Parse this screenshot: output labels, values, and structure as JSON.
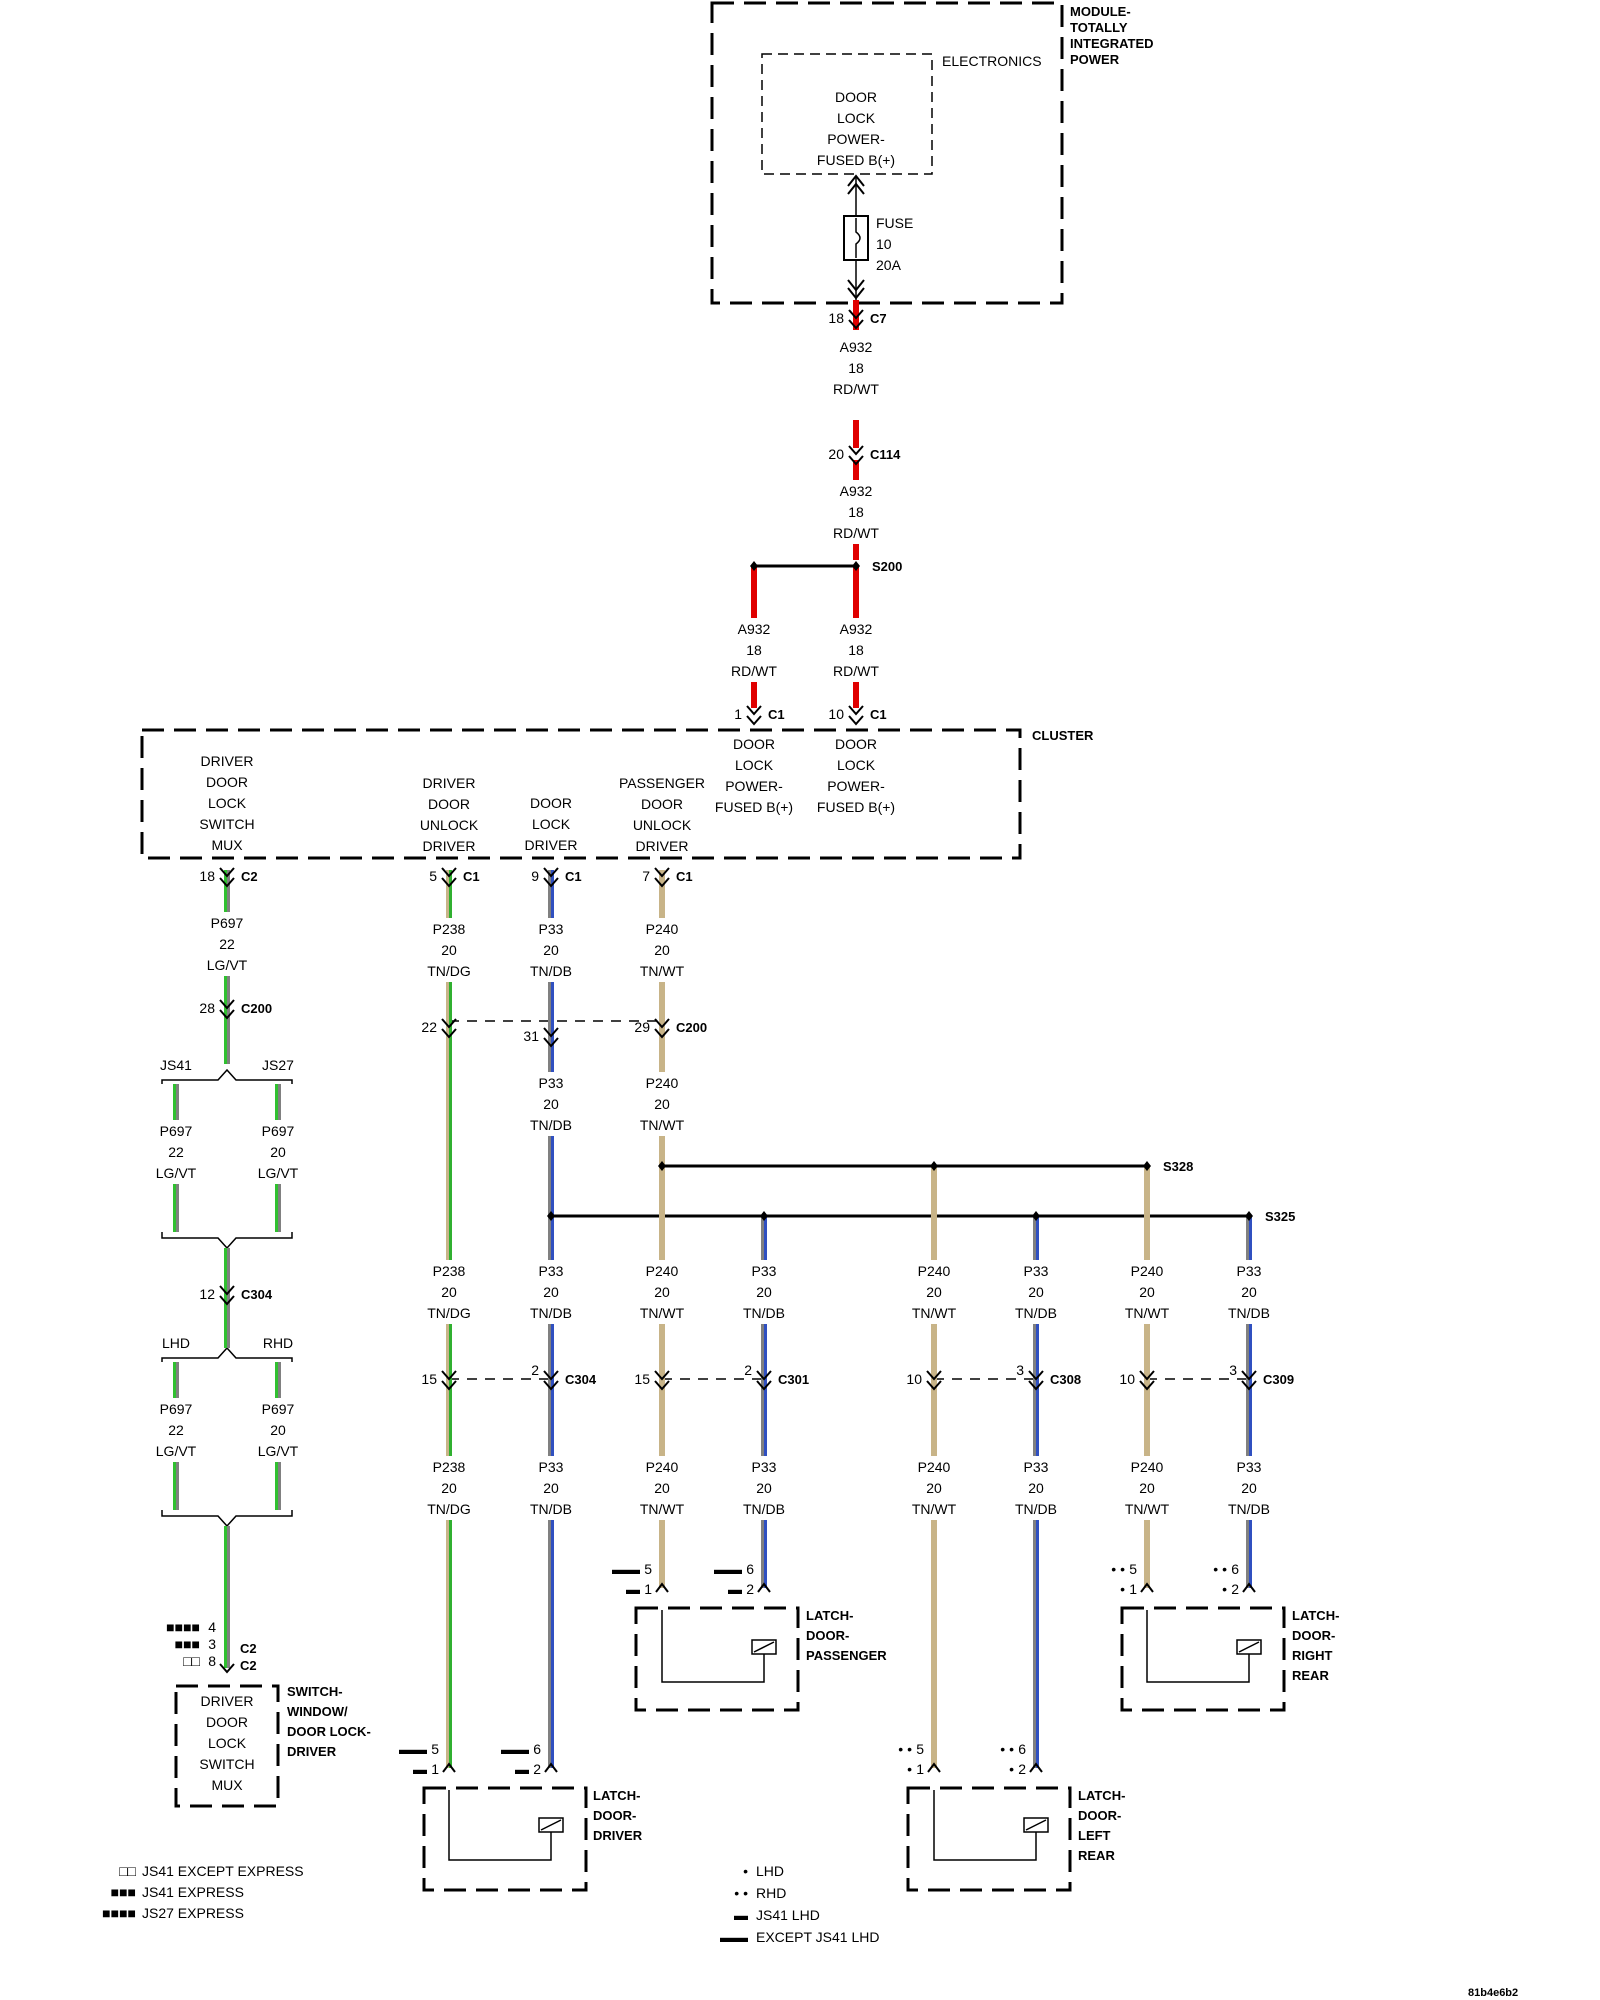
{
  "colors": {
    "RD/WT": [
      "#e00000",
      "#e00000"
    ],
    "LG/VT": [
      "#30c030",
      "#808080"
    ],
    "TN/DG": [
      "#c8b488",
      "#30b030"
    ],
    "TN/DB": [
      "#808080",
      "#3050c0"
    ],
    "TN/WT": [
      "#c8b488",
      "#c8b488"
    ]
  },
  "components": {
    "tipm": {
      "label": "MODULE-\nTOTALLY\nINTEGRATED\nPOWER",
      "sub": "ELECTRONICS",
      "inner": "DOOR\nLOCK\nPOWER-\nFUSED B(+)",
      "fuse": "FUSE\n10\n20A"
    },
    "cluster": {
      "label": "CLUSTER",
      "funcs": [
        {
          "id": "f1",
          "text": "DRIVER\nDOOR\nLOCK\nSWITCH\nMUX"
        },
        {
          "id": "f2",
          "text": "DRIVER\nDOOR\nUNLOCK\nDRIVER"
        },
        {
          "id": "f3",
          "text": "DOOR\nLOCK\nDRIVER"
        },
        {
          "id": "f4",
          "text": "PASSENGER\nDOOR\nUNLOCK\nDRIVER"
        },
        {
          "id": "f5",
          "text": "DOOR\nLOCK\nPOWER-\nFUSED B(+)"
        },
        {
          "id": "f6",
          "text": "DOOR\nLOCK\nPOWER-\nFUSED B(+)"
        }
      ]
    },
    "switch": {
      "label": "SWITCH-\nWINDOW/\nDOOR LOCK-\nDRIVER",
      "inner": "DRIVER\nDOOR\nLOCK\nSWITCH\nMUX"
    },
    "latch_driver": {
      "label": "LATCH-\nDOOR-\nDRIVER"
    },
    "latch_passenger": {
      "label": "LATCH-\nDOOR-\nPASSENGER"
    },
    "latch_left_rear": {
      "label": "LATCH-\nDOOR-\nLEFT\nREAR"
    },
    "latch_right_rear": {
      "label": "LATCH-\nDOOR-\nRIGHT\nREAR"
    }
  },
  "connectors": [
    {
      "id": "c7",
      "pin": "18",
      "name": "C7"
    },
    {
      "id": "c114",
      "pin": "20",
      "name": "C114"
    },
    {
      "id": "c1a",
      "pin": "1",
      "name": "C1"
    },
    {
      "id": "c1b",
      "pin": "10",
      "name": "C1"
    },
    {
      "id": "c2a",
      "pin": "18",
      "name": "C2"
    },
    {
      "id": "c1c",
      "pin": "5",
      "name": "C1"
    },
    {
      "id": "c1d",
      "pin": "9",
      "name": "C1"
    },
    {
      "id": "c1e",
      "pin": "7",
      "name": "C1"
    },
    {
      "id": "c200a",
      "pin": "28",
      "name": "C200"
    },
    {
      "id": "c200b",
      "pin": "22",
      "name": ""
    },
    {
      "id": "c200c",
      "pin": "31",
      "name": ""
    },
    {
      "id": "c200d",
      "pin": "29",
      "name": "C200"
    },
    {
      "id": "c304a",
      "pin": "12",
      "name": "C304"
    },
    {
      "id": "c304b",
      "pin": "15",
      "name": ""
    },
    {
      "id": "c304c",
      "pin": "2",
      "name": "C304"
    },
    {
      "id": "c301a",
      "pin": "15",
      "name": ""
    },
    {
      "id": "c301b",
      "pin": "2",
      "name": "C301"
    },
    {
      "id": "c308a",
      "pin": "10",
      "name": ""
    },
    {
      "id": "c308b",
      "pin": "3",
      "name": "C308"
    },
    {
      "id": "c309a",
      "pin": "10",
      "name": ""
    },
    {
      "id": "c309b",
      "pin": "3",
      "name": "C309"
    }
  ],
  "splices": [
    "S200",
    "S328",
    "S325"
  ],
  "wires": [
    {
      "id": "w1",
      "circuit": "A932",
      "gauge": "18",
      "color": "RD/WT"
    },
    {
      "id": "w2",
      "circuit": "A932",
      "gauge": "18",
      "color": "RD/WT"
    },
    {
      "id": "w3",
      "circuit": "A932",
      "gauge": "18",
      "color": "RD/WT"
    },
    {
      "id": "w4",
      "circuit": "A932",
      "gauge": "18",
      "color": "RD/WT"
    },
    {
      "id": "w5",
      "circuit": "P697",
      "gauge": "22",
      "color": "LG/VT"
    },
    {
      "id": "w6",
      "circuit": "P238",
      "gauge": "20",
      "color": "TN/DG"
    },
    {
      "id": "w7",
      "circuit": "P33",
      "gauge": "20",
      "color": "TN/DB"
    },
    {
      "id": "w8",
      "circuit": "P240",
      "gauge": "20",
      "color": "TN/WT"
    },
    {
      "id": "w9",
      "circuit": "P33",
      "gauge": "20",
      "color": "TN/DB"
    },
    {
      "id": "w10",
      "circuit": "P240",
      "gauge": "20",
      "color": "TN/WT"
    },
    {
      "id": "w11",
      "circuit": "P697",
      "gauge": "22",
      "color": "LG/VT"
    },
    {
      "id": "w12",
      "circuit": "P697",
      "gauge": "20",
      "color": "LG/VT"
    },
    {
      "id": "w13",
      "circuit": "P238",
      "gauge": "20",
      "color": "TN/DG"
    },
    {
      "id": "w14",
      "circuit": "P33",
      "gauge": "20",
      "color": "TN/DB"
    },
    {
      "id": "w15",
      "circuit": "P240",
      "gauge": "20",
      "color": "TN/WT"
    },
    {
      "id": "w16",
      "circuit": "P33",
      "gauge": "20",
      "color": "TN/DB"
    },
    {
      "id": "w17",
      "circuit": "P240",
      "gauge": "20",
      "color": "TN/WT"
    },
    {
      "id": "w18",
      "circuit": "P33",
      "gauge": "20",
      "color": "TN/DB"
    },
    {
      "id": "w19",
      "circuit": "P240",
      "gauge": "20",
      "color": "TN/WT"
    },
    {
      "id": "w20",
      "circuit": "P33",
      "gauge": "20",
      "color": "TN/DB"
    },
    {
      "id": "w21",
      "circuit": "P697",
      "gauge": "22",
      "color": "LG/VT"
    },
    {
      "id": "w22",
      "circuit": "P697",
      "gauge": "20",
      "color": "LG/VT"
    },
    {
      "id": "w23",
      "circuit": "P238",
      "gauge": "20",
      "color": "TN/DG"
    },
    {
      "id": "w24",
      "circuit": "P33",
      "gauge": "20",
      "color": "TN/DB"
    },
    {
      "id": "w25",
      "circuit": "P240",
      "gauge": "20",
      "color": "TN/WT"
    },
    {
      "id": "w26",
      "circuit": "P33",
      "gauge": "20",
      "color": "TN/DB"
    },
    {
      "id": "w27",
      "circuit": "P240",
      "gauge": "20",
      "color": "TN/WT"
    },
    {
      "id": "w28",
      "circuit": "P33",
      "gauge": "20",
      "color": "TN/DB"
    },
    {
      "id": "w29",
      "circuit": "P240",
      "gauge": "20",
      "color": "TN/WT"
    },
    {
      "id": "w30",
      "circuit": "P33",
      "gauge": "20",
      "color": "TN/DB"
    }
  ],
  "branches": {
    "js41": "JS41",
    "js27": "JS27",
    "lhd": "LHD",
    "rhd": "RHD"
  },
  "switch_pins": [
    {
      "pin": "4",
      "sym": "■■■■"
    },
    {
      "pin": "3",
      "sym": "■■■"
    },
    {
      "pin": "8",
      "sym": "□□"
    }
  ],
  "switch_conn": "C2",
  "latch_pins": {
    "drv5": {
      "pin": "5",
      "sym": "▬▬"
    },
    "drv1": {
      "pin": "1",
      "sym": "▬"
    },
    "drv6": {
      "pin": "6",
      "sym": "▬▬"
    },
    "drv2": {
      "pin": "2",
      "sym": "▬"
    },
    "pas5": {
      "pin": "5",
      "sym": "▬▬"
    },
    "pas1": {
      "pin": "1",
      "sym": "▬"
    },
    "pas6": {
      "pin": "6",
      "sym": "▬▬"
    },
    "pas2": {
      "pin": "2",
      "sym": "▬"
    },
    "lr5": {
      "pin": "5",
      "sym": "• •"
    },
    "lr1": {
      "pin": "1",
      "sym": "•"
    },
    "lr6": {
      "pin": "6",
      "sym": "• •"
    },
    "lr2": {
      "pin": "2",
      "sym": "•"
    },
    "rr5": {
      "pin": "5",
      "sym": "• •"
    },
    "rr1": {
      "pin": "1",
      "sym": "•"
    },
    "rr6": {
      "pin": "6",
      "sym": "• •"
    },
    "rr2": {
      "pin": "2",
      "sym": "•"
    }
  },
  "legend_left": [
    {
      "sym": "□□",
      "text": "JS41 EXCEPT EXPRESS"
    },
    {
      "sym": "■■■",
      "text": "JS41 EXPRESS"
    },
    {
      "sym": "■■■■",
      "text": "JS27 EXPRESS"
    }
  ],
  "legend_right": [
    {
      "sym": "•",
      "text": "LHD"
    },
    {
      "sym": "• •",
      "text": "RHD"
    },
    {
      "sym": "▬",
      "text": "JS41 LHD"
    },
    {
      "sym": "▬▬",
      "text": "EXCEPT JS41 LHD"
    }
  ],
  "diagram_id": "81b4e6b2"
}
